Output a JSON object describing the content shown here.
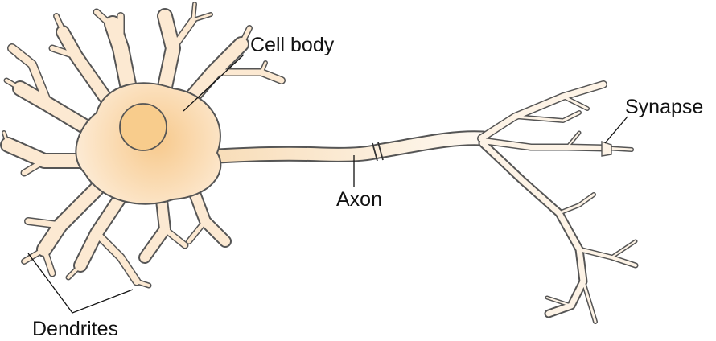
{
  "labels": {
    "cell_body": "Cell body",
    "axon": "Axon",
    "synapse": "Synapse",
    "dendrites": "Dendrites"
  },
  "colors": {
    "cytoplasm": "#fcead5",
    "cytoplasm_glow": "#f7cf96",
    "nucleus": "#f8cc8c",
    "outline": "#555555",
    "leader_line": "#111111",
    "text": "#111111"
  }
}
